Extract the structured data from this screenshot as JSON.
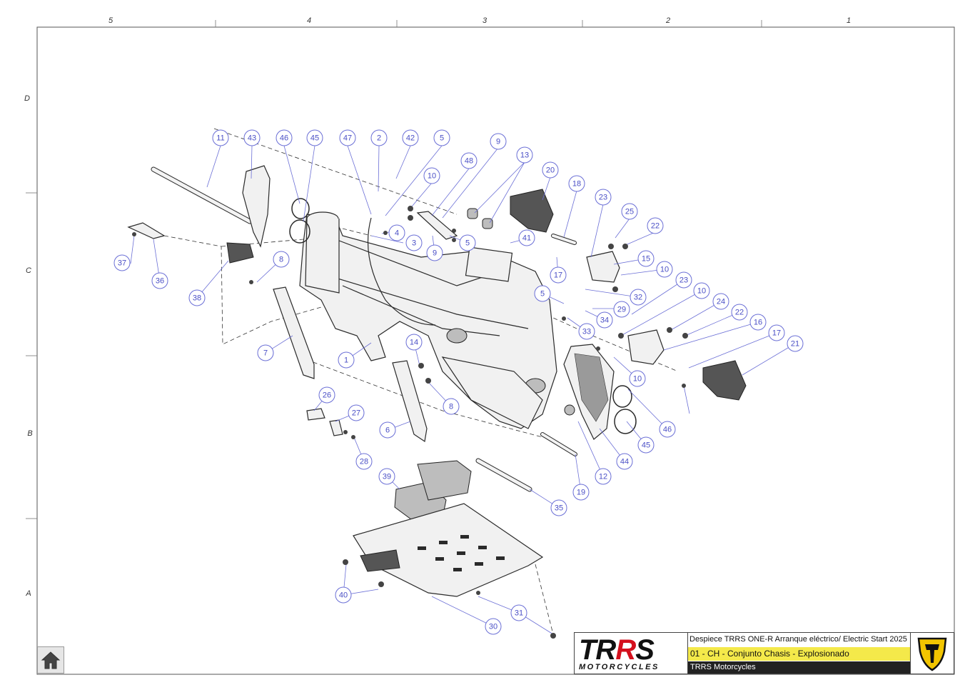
{
  "sheet": {
    "column_labels": [
      "5",
      "4",
      "3",
      "2",
      "1"
    ],
    "row_labels": [
      "D",
      "C",
      "B",
      "A"
    ]
  },
  "callouts": [
    "11",
    "43",
    "46",
    "45",
    "47",
    "2",
    "42",
    "5",
    "48",
    "9",
    "10",
    "13",
    "20",
    "18",
    "23",
    "25",
    "22",
    "4",
    "3",
    "9",
    "5",
    "41",
    "15",
    "10",
    "37",
    "36",
    "38",
    "8",
    "17",
    "23",
    "32",
    "10",
    "5",
    "29",
    "34",
    "33",
    "24",
    "22",
    "16",
    "17",
    "21",
    "7",
    "1",
    "14",
    "8",
    "6",
    "26",
    "27",
    "28",
    "10",
    "46",
    "45",
    "44",
    "12",
    "19",
    "39",
    "35",
    "40",
    "30",
    "31"
  ],
  "title_block": {
    "brand_logo_text_a": "TR",
    "brand_logo_text_b": "R",
    "brand_logo_text_c": "S",
    "brand_logo_sub": "MOTORCYCLES",
    "document_title": "Despiece TRRS ONE-R  Arranque eléctrico/ Electric Start 2025",
    "assembly_name": "01 - CH - Conjunto Chasis - Explosionado",
    "company": "TRRS Motorcycles"
  },
  "colors": {
    "callout_stroke": "#6b6fd6",
    "callout_text": "#4a4fc6",
    "assembly_highlight": "#f4e94a",
    "company_bar": "#222222",
    "brand_red": "#d4101d",
    "brand_yellow": "#f2c500"
  },
  "icons": {
    "home": "home-icon",
    "brand_mark": "trrs-shield-icon"
  }
}
